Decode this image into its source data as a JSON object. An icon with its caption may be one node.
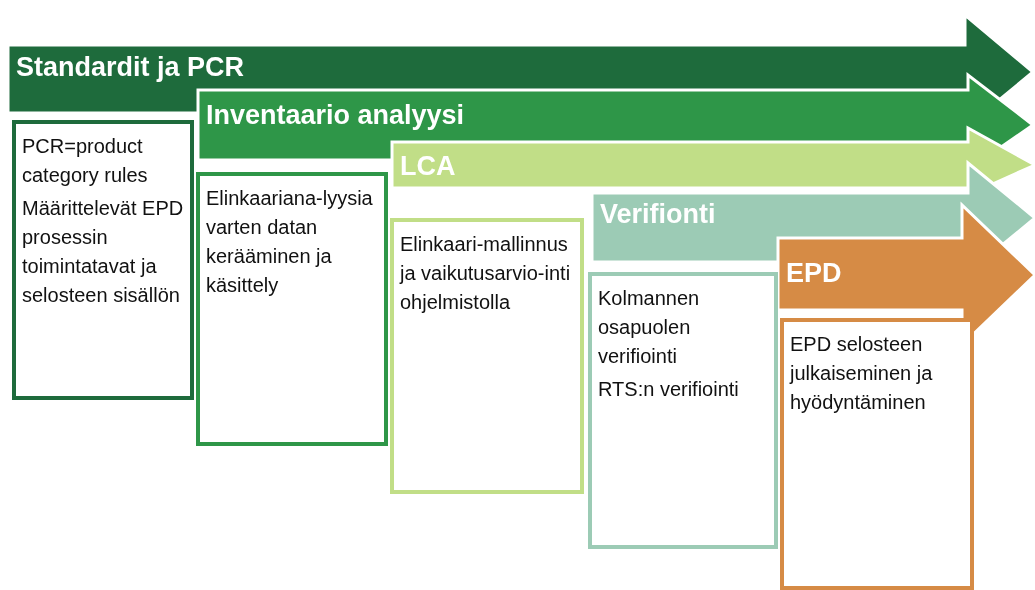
{
  "diagram": {
    "nodes": [
      {
        "text": [
          "Standardit ja PCR"
        ]
      },
      {
        "text": [
          "PCR=product category rules",
          "Määrittelevät EPD prosessin toimintatavat ja selosteen sisällön"
        ]
      },
      {
        "text": [
          "Inventaario analyysi"
        ]
      },
      {
        "text": [
          "Elinkaariana-lyysia varten datan kerääminen ja käsittely"
        ]
      },
      {
        "text": [
          "LCA"
        ]
      },
      {
        "text": [
          "Elinkaari-mallinnus ja vaikutusarvio-inti ohjelmistolla"
        ]
      },
      {
        "text": [
          "Verifionti"
        ]
      },
      {
        "text": [
          "Kolmannen osapuolen verifiointi",
          "RTS:n verifiointi"
        ]
      },
      {
        "text": [
          "EPD"
        ]
      },
      {
        "text": [
          "EPD selosteen julkaiseminen ja hyödyntäminen"
        ]
      }
    ],
    "edges": []
  }
}
